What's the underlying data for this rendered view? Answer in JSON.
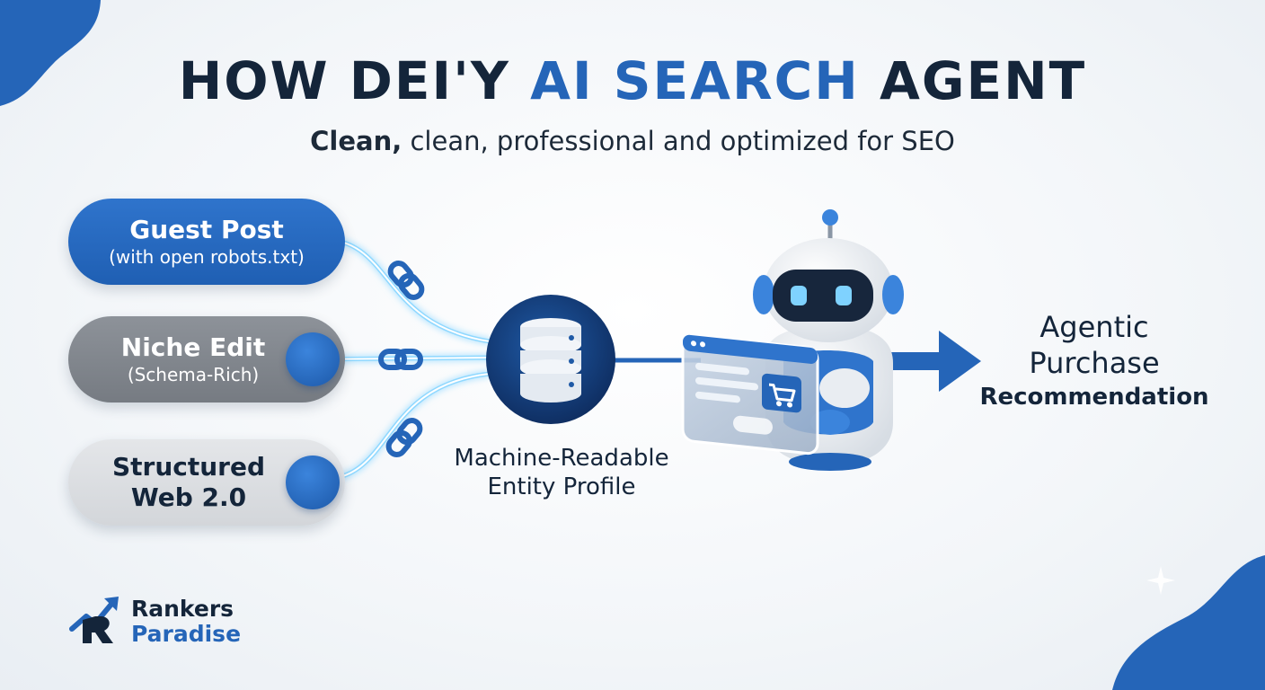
{
  "title": {
    "part1": "HOW ",
    "part2": "DEI'Y ",
    "accent": "AI SEARCH",
    "part3": " AGENT"
  },
  "subtitle": {
    "bold": "Clean,",
    "rest": " clean, professional and optimized for SEO"
  },
  "inputs": [
    {
      "main": "Guest Post",
      "sub": "(with open robots.txt)"
    },
    {
      "main": "Niche Edit",
      "sub": "(Schema-Rich)"
    },
    {
      "main": "Structured",
      "sub": "Web 2.0"
    }
  ],
  "node": {
    "line1": "Machine-Readable",
    "line2": "Entity Profile"
  },
  "output": {
    "line1": "Agentic",
    "line2": "Purchase",
    "line3": "Recommendation"
  },
  "brand": {
    "line1": "Rankers",
    "line2": "Paradise"
  },
  "colors": {
    "primary": "#2565b8",
    "dark": "#14253a",
    "grey": "#7f848b",
    "light_grey": "#dcdfe2",
    "glow": "#8fd8ff"
  },
  "icons": [
    "chain-link-icon",
    "database-icon",
    "robot-icon",
    "shopping-cart-icon",
    "arrow-right-icon",
    "rankers-paradise-logo"
  ]
}
